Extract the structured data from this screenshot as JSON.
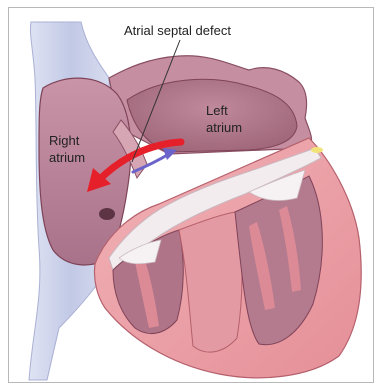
{
  "labels": {
    "defect": "Atrial septal defect",
    "right_atrium": [
      "Right",
      "atrium"
    ],
    "left_atrium": [
      "Left",
      "atrium"
    ]
  },
  "colors": {
    "vessel_blue": "#c9cfe9",
    "atrium_pink": "#b98498",
    "chamber_rose": "#a86a80",
    "myocardium": "#e79aa2",
    "valve_white": "#f4eef0",
    "arrow_red": "#e5202a",
    "arrow_blue": "#6b63c9"
  },
  "icons": {
    "shunt_left_to_right": "red-arrow-icon",
    "shunt_right_to_left": "blue-arrow-icon"
  }
}
